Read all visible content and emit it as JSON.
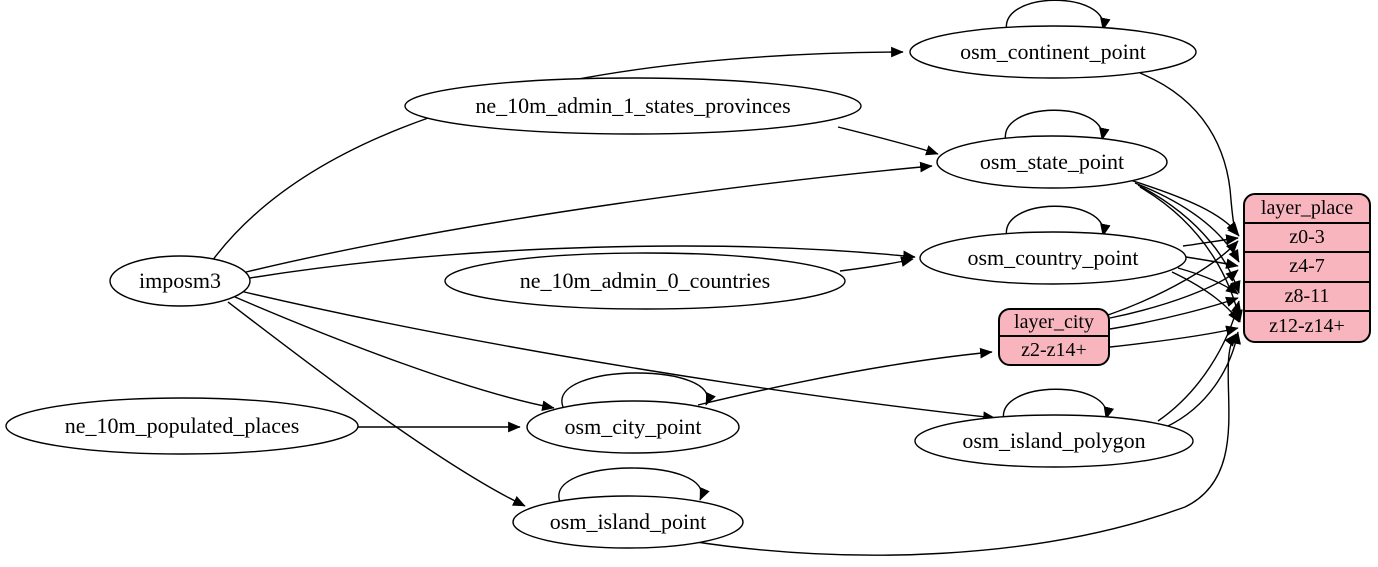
{
  "diagram_type": "graphviz-etl-graph",
  "colors": {
    "background": "#ffffff",
    "node_fill": "#ffffff",
    "record_fill": "#f8b5be",
    "stroke": "#000000"
  },
  "nodes": {
    "imposm3": {
      "label": "imposm3",
      "shape": "ellipse"
    },
    "ne_10m_admin_1_states_provinces": {
      "label": "ne_10m_admin_1_states_provinces",
      "shape": "ellipse"
    },
    "ne_10m_admin_0_countries": {
      "label": "ne_10m_admin_0_countries",
      "shape": "ellipse"
    },
    "ne_10m_populated_places": {
      "label": "ne_10m_populated_places",
      "shape": "ellipse"
    },
    "osm_continent_point": {
      "label": "osm_continent_point",
      "shape": "ellipse"
    },
    "osm_state_point": {
      "label": "osm_state_point",
      "shape": "ellipse"
    },
    "osm_country_point": {
      "label": "osm_country_point",
      "shape": "ellipse"
    },
    "osm_city_point": {
      "label": "osm_city_point",
      "shape": "ellipse"
    },
    "osm_island_polygon": {
      "label": "osm_island_polygon",
      "shape": "ellipse"
    },
    "osm_island_point": {
      "label": "osm_island_point",
      "shape": "ellipse"
    }
  },
  "records": {
    "layer_city": {
      "title": "layer_city",
      "rows": [
        "z2-z14+"
      ]
    },
    "layer_place": {
      "title": "layer_place",
      "rows": [
        "z0-3",
        "z4-7",
        "z8-11",
        "z12-z14+"
      ]
    }
  },
  "edges": [
    {
      "from": "imposm3",
      "to": "osm_continent_point"
    },
    {
      "from": "imposm3",
      "to": "osm_state_point"
    },
    {
      "from": "imposm3",
      "to": "osm_country_point"
    },
    {
      "from": "imposm3",
      "to": "osm_city_point"
    },
    {
      "from": "imposm3",
      "to": "osm_island_polygon"
    },
    {
      "from": "imposm3",
      "to": "osm_island_point"
    },
    {
      "from": "ne_10m_admin_1_states_provinces",
      "to": "osm_state_point"
    },
    {
      "from": "ne_10m_admin_0_countries",
      "to": "osm_country_point"
    },
    {
      "from": "ne_10m_populated_places",
      "to": "osm_city_point"
    },
    {
      "from": "osm_continent_point",
      "to": "osm_continent_point"
    },
    {
      "from": "osm_state_point",
      "to": "osm_state_point"
    },
    {
      "from": "osm_country_point",
      "to": "osm_country_point"
    },
    {
      "from": "osm_city_point",
      "to": "osm_city_point"
    },
    {
      "from": "osm_island_polygon",
      "to": "osm_island_polygon"
    },
    {
      "from": "osm_island_point",
      "to": "osm_island_point"
    },
    {
      "from": "osm_continent_point",
      "to": "layer_place",
      "port": "z0-3"
    },
    {
      "from": "osm_state_point",
      "to": "layer_place",
      "port": "z0-3"
    },
    {
      "from": "osm_state_point",
      "to": "layer_place",
      "port": "z4-7"
    },
    {
      "from": "osm_state_point",
      "to": "layer_place",
      "port": "z8-11"
    },
    {
      "from": "osm_state_point",
      "to": "layer_place",
      "port": "z12-z14+"
    },
    {
      "from": "osm_country_point",
      "to": "layer_place",
      "port": "z0-3"
    },
    {
      "from": "osm_country_point",
      "to": "layer_place",
      "port": "z4-7"
    },
    {
      "from": "osm_country_point",
      "to": "layer_place",
      "port": "z8-11"
    },
    {
      "from": "osm_country_point",
      "to": "layer_place",
      "port": "z12-z14+"
    },
    {
      "from": "osm_city_point",
      "to": "layer_city",
      "port": "z2-z14+"
    },
    {
      "from": "layer_city",
      "to": "layer_place",
      "port": "z0-3"
    },
    {
      "from": "layer_city",
      "to": "layer_place",
      "port": "z4-7"
    },
    {
      "from": "layer_city",
      "to": "layer_place",
      "port": "z8-11"
    },
    {
      "from": "layer_city",
      "to": "layer_place",
      "port": "z12-z14+"
    },
    {
      "from": "osm_island_polygon",
      "to": "layer_place",
      "port": "z8-11"
    },
    {
      "from": "osm_island_polygon",
      "to": "layer_place",
      "port": "z12-z14+"
    },
    {
      "from": "osm_island_point",
      "to": "layer_place",
      "port": "z12-z14+"
    }
  ]
}
